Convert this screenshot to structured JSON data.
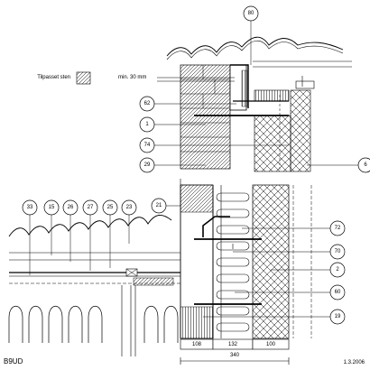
{
  "legend": {
    "label": "Tilpasset sten"
  },
  "note": {
    "min_label": "min. 30 mm"
  },
  "callouts": {
    "c80": "80",
    "c62": "62",
    "c1": "1",
    "c74": "74",
    "c29": "29",
    "c6": "6",
    "c33": "33",
    "c15": "15",
    "c26": "26",
    "c27": "27",
    "c25": "25",
    "c23": "23",
    "c21": "21",
    "c72": "72",
    "c70": "70",
    "c2": "2",
    "c60": "60",
    "c19": "19"
  },
  "dimensions": {
    "d1": "108",
    "d2": "132",
    "d3": "100",
    "total": "340"
  },
  "sheet": {
    "code": "B9UD",
    "date": "1.3.2006"
  }
}
